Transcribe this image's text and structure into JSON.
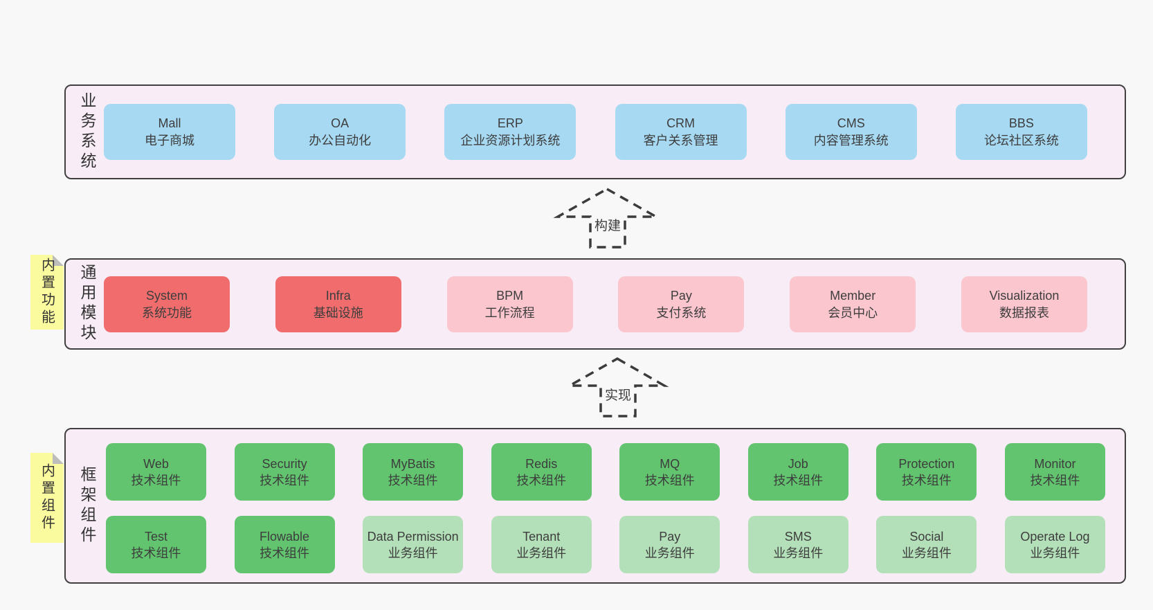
{
  "diagram": {
    "title_hint": "layered architecture diagram",
    "arrows": [
      {
        "label": "构建"
      },
      {
        "label": "实现"
      }
    ],
    "notes": [
      {
        "label": "内置功能"
      },
      {
        "label": "内置组件"
      }
    ],
    "bands": [
      {
        "label": "业务系统",
        "rows": [
          [
            {
              "name": "Mall",
              "desc": "电子商城",
              "variant": "blue"
            },
            {
              "name": "OA",
              "desc": "办公自动化",
              "variant": "blue"
            },
            {
              "name": "ERP",
              "desc": "企业资源计划系统",
              "variant": "blue"
            },
            {
              "name": "CRM",
              "desc": "客户关系管理",
              "variant": "blue"
            },
            {
              "name": "CMS",
              "desc": "内容管理系统",
              "variant": "blue"
            },
            {
              "name": "BBS",
              "desc": "论坛社区系统",
              "variant": "blue"
            }
          ]
        ]
      },
      {
        "label": "通用模块",
        "rows": [
          [
            {
              "name": "System",
              "desc": "系统功能",
              "variant": "red"
            },
            {
              "name": "Infra",
              "desc": "基础设施",
              "variant": "red"
            },
            {
              "name": "BPM",
              "desc": "工作流程",
              "variant": "pink"
            },
            {
              "name": "Pay",
              "desc": "支付系统",
              "variant": "pink"
            },
            {
              "name": "Member",
              "desc": "会员中心",
              "variant": "pink"
            },
            {
              "name": "Visualization",
              "desc": "数据报表",
              "variant": "pink"
            }
          ]
        ]
      },
      {
        "label": "框架组件",
        "rows": [
          [
            {
              "name": "Web",
              "desc": "技术组件",
              "variant": "green"
            },
            {
              "name": "Security",
              "desc": "技术组件",
              "variant": "green"
            },
            {
              "name": "MyBatis",
              "desc": "技术组件",
              "variant": "green"
            },
            {
              "name": "Redis",
              "desc": "技术组件",
              "variant": "green"
            },
            {
              "name": "MQ",
              "desc": "技术组件",
              "variant": "green"
            },
            {
              "name": "Job",
              "desc": "技术组件",
              "variant": "green"
            },
            {
              "name": "Protection",
              "desc": "技术组件",
              "variant": "green"
            },
            {
              "name": "Monitor",
              "desc": "技术组件",
              "variant": "green"
            }
          ],
          [
            {
              "name": "Test",
              "desc": "技术组件",
              "variant": "green"
            },
            {
              "name": "Flowable",
              "desc": "技术组件",
              "variant": "green"
            },
            {
              "name": "Data Permission",
              "desc": "业务组件",
              "variant": "lightgreen"
            },
            {
              "name": "Tenant",
              "desc": "业务组件",
              "variant": "lightgreen"
            },
            {
              "name": "Pay",
              "desc": "业务组件",
              "variant": "lightgreen"
            },
            {
              "name": "SMS",
              "desc": "业务组件",
              "variant": "lightgreen"
            },
            {
              "name": "Social",
              "desc": "业务组件",
              "variant": "lightgreen"
            },
            {
              "name": "Operate Log",
              "desc": "业务组件",
              "variant": "lightgreen"
            }
          ]
        ]
      }
    ],
    "colors": {
      "page_bg": "#f8f8f8",
      "band_bg": "#f8edf6",
      "band_border": "#404040",
      "blue": "#a7d9f2",
      "red": "#f16d6d",
      "pink": "#fbc6ce",
      "green": "#62c46f",
      "lightgreen": "#b4e0b9",
      "note_yellow": "#fafa9e",
      "arrow_stroke": "#3b3b3b",
      "text": "#3d3d3d"
    }
  }
}
